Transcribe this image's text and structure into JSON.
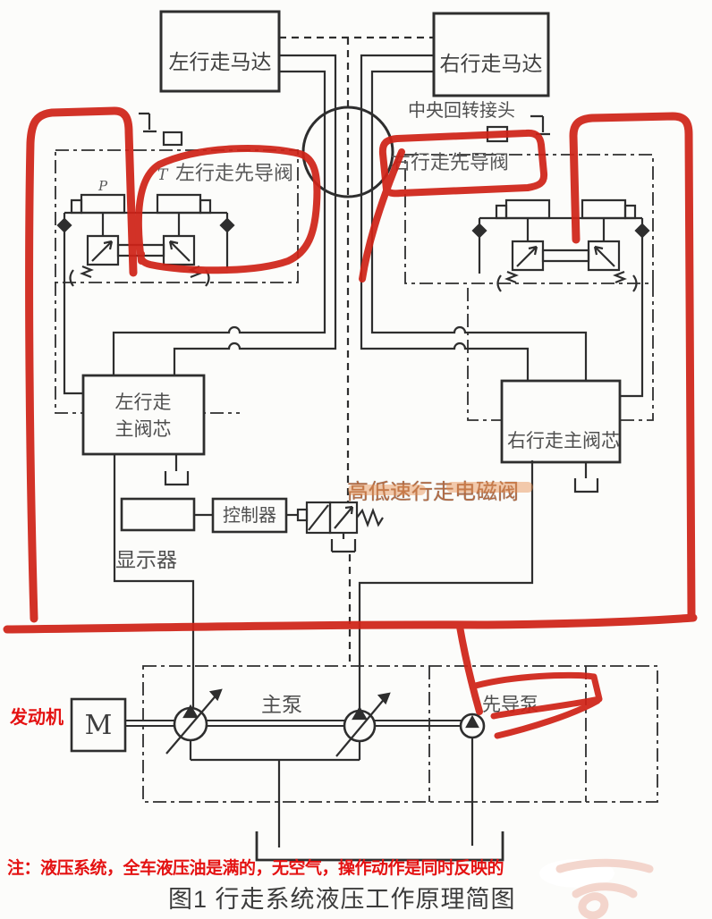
{
  "colors": {
    "annotation_red": "#cf2318",
    "note_red": "#e41212",
    "solenoid_label_orange": "#b06a44",
    "line_gray": "#2e2e2e"
  },
  "labels": {
    "left_motor": "左行走马达",
    "right_motor": "右行走马达",
    "central_joint": "中央回转接头",
    "left_pilot_valve": "左行走先导阀",
    "right_pilot_valve": "右行走先导阀",
    "port_t": "T",
    "port_p": "P",
    "left_main_spool_line1": "左行走",
    "left_main_spool_line2": "主阀芯",
    "right_main_spool": "右行走主阀芯",
    "controller": "控制器",
    "display": "显示器",
    "speed_solenoid_valve": "高低速行走电磁阀",
    "engine": "发动机",
    "motor_symbol": "M",
    "main_pump": "主泵",
    "pilot_pump": "先导泵"
  },
  "note": "注：液压系统，全车液压油是满的，无空气，操作动作是同时反映的",
  "caption": "图1 行走系统液压工作原理简图"
}
